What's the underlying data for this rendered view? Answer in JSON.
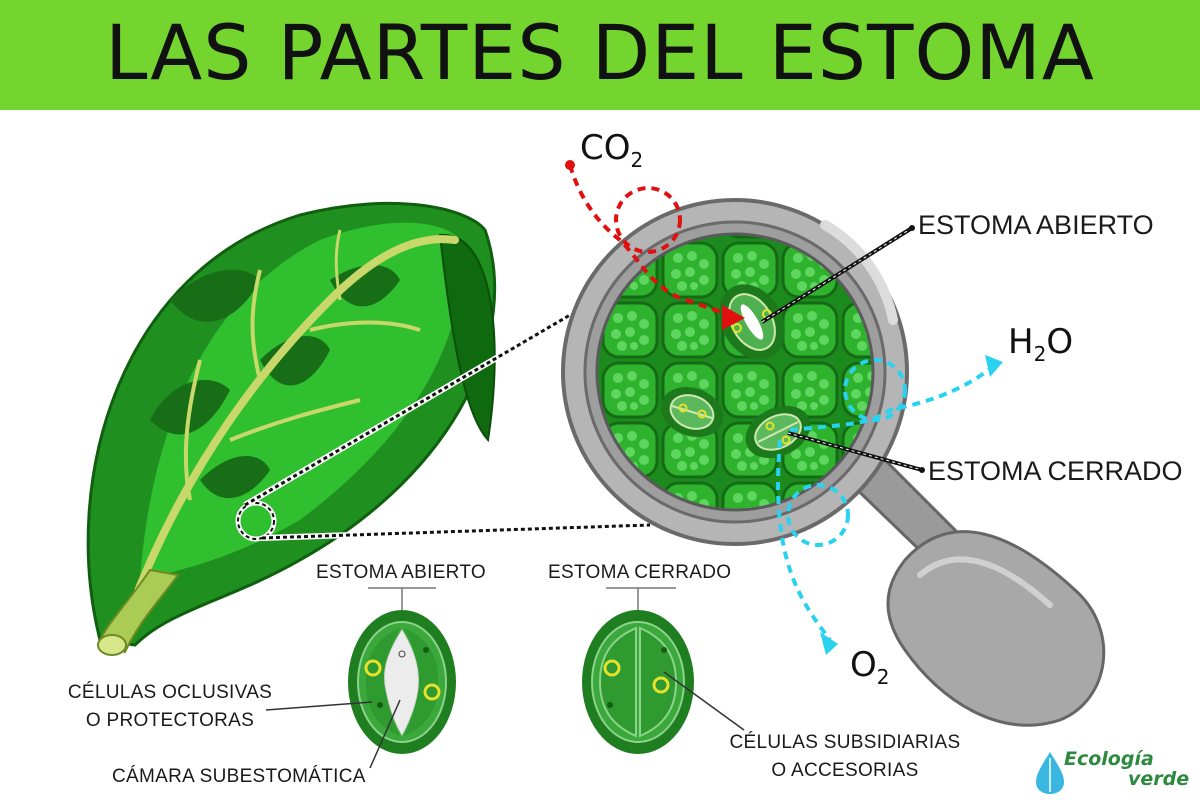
{
  "title": "LAS PARTES DEL ESTOMA",
  "gases": {
    "co2": {
      "main": "CO",
      "sub": "2"
    },
    "h2o": {
      "main": "H",
      "sub": "2",
      "tail": "O"
    },
    "o2": {
      "main": "O",
      "sub": "2"
    }
  },
  "labels": {
    "estoma_abierto_lens": "ESTOMA ABIERTO",
    "estoma_cerrado_lens": "ESTOMA CERRADO",
    "estoma_abierto_small": "ESTOMA ABIERTO",
    "estoma_cerrado_small": "ESTOMA CERRADO",
    "celulas_oclusivas_1": "CÉLULAS OCLUSIVAS",
    "celulas_oclusivas_2": "O PROTECTORAS",
    "camara": "CÁMARA SUBESTOMÁTICA",
    "subsidiarias_1": "CÉLULAS SUBSIDIARIAS",
    "subsidiarias_2": "O ACCESORIAS"
  },
  "logo": {
    "line1": "Ecología",
    "line2": "verde"
  },
  "colors": {
    "header": "#74d52f",
    "leaf_dark": "#1f8a1f",
    "leaf_light": "#36c236",
    "co2_arrow": "#e01010",
    "water_arrow": "#29d3f0",
    "magnifier": "#b5b5b5"
  }
}
